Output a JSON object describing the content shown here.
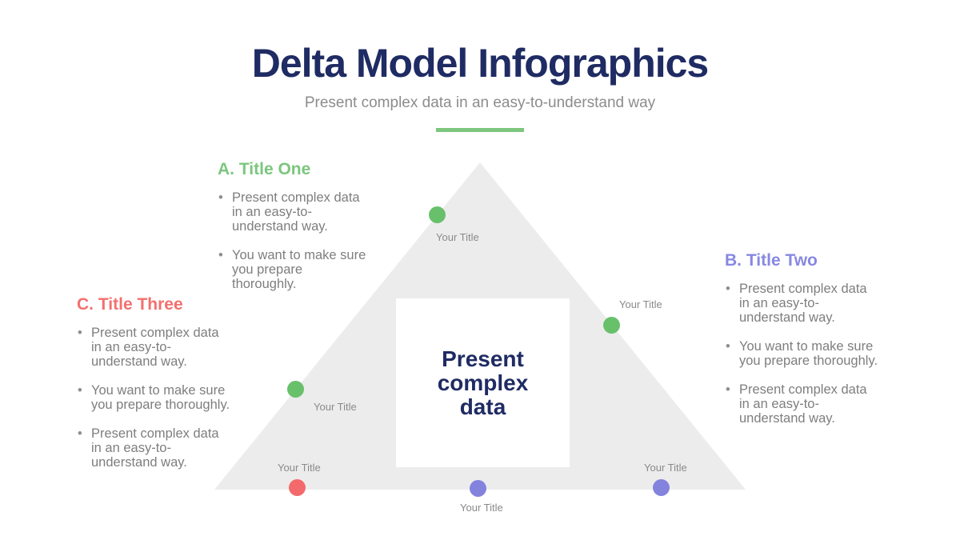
{
  "slide": {
    "title": "Delta Model Infographics",
    "subtitle": "Present complex data in an easy-to-understand way"
  },
  "center_box": {
    "text": "Present\ncomplex\ndata"
  },
  "sections": [
    {
      "heading": "A. Title One",
      "color": "#7CC67E",
      "bullets": [
        "Present complex data\nin an easy-to-\nunderstand way.",
        "You want to make sure\nyou prepare\nthoroughly."
      ]
    },
    {
      "heading": "B. Title Two",
      "color": "#8888E2",
      "bullets": [
        "Present complex data\nin an easy-to-\nunderstand way.",
        "You want to make sure\nyou prepare thoroughly.",
        "Present complex data\nin an easy-to-\nunderstand way."
      ]
    },
    {
      "heading": "C. Title Three",
      "color": "#F3706E",
      "bullets": [
        "Present complex data\nin an easy-to-\nunderstand way.",
        "You want to make sure\nyou prepare thoroughly.",
        "Present complex data\nin an easy-to-\nunderstand way."
      ]
    }
  ],
  "markers": [
    {
      "label": "Your Title",
      "color": "#68C06B"
    },
    {
      "label": "Your Title",
      "color": "#68C06B"
    },
    {
      "label": "Your Title",
      "color": "#68C06B"
    },
    {
      "label": "Your Title",
      "color": "#F4696C"
    },
    {
      "label": "Your Title",
      "color": "#8383DE"
    },
    {
      "label": "Your Title",
      "color": "#8383DE"
    }
  ],
  "colors": {
    "title_navy": "#1F2B63",
    "subtitle_gray": "#8C8C8C",
    "body_gray": "#7E7E7E",
    "triangle_gray": "#ECECEC",
    "divider_green": "#7CC67E",
    "green": "#68C06B",
    "purple": "#8383DE",
    "red": "#F4696C"
  }
}
